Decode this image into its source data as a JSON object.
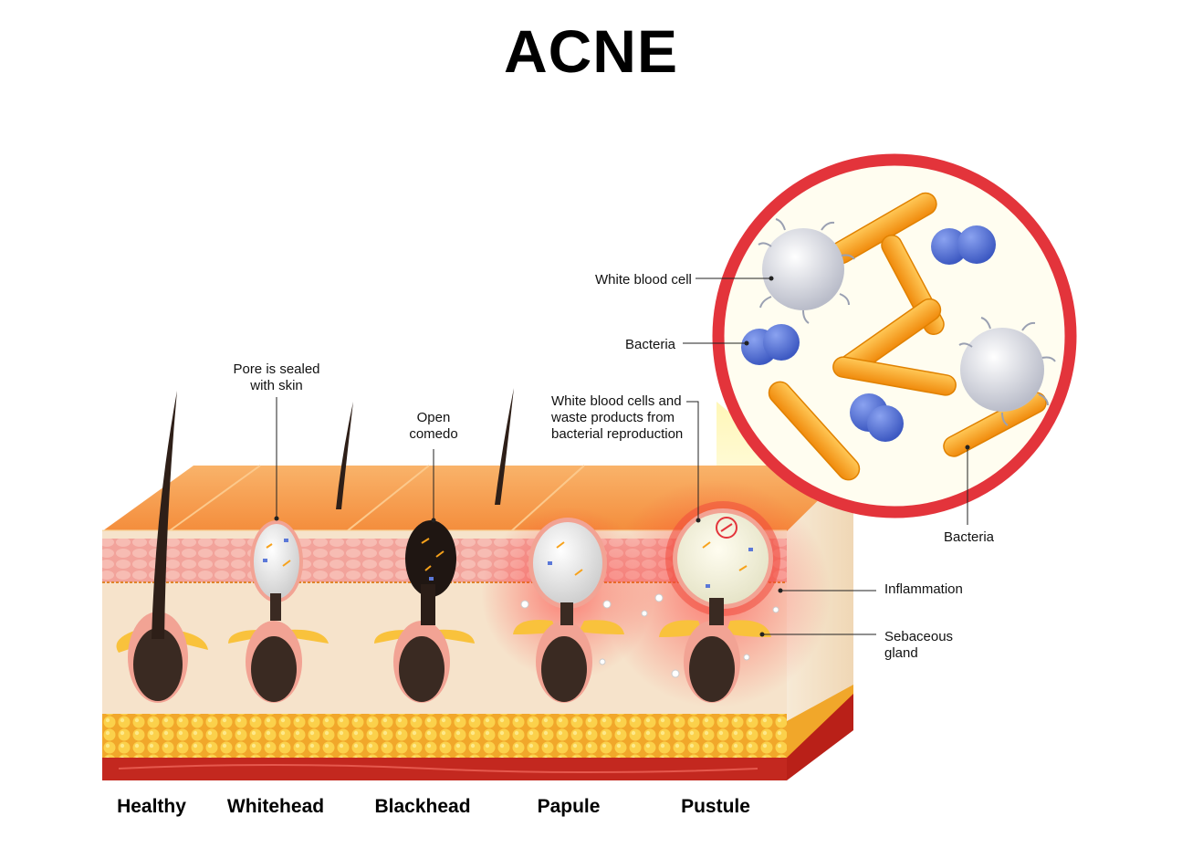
{
  "title": "ACNE",
  "stages": [
    "Healthy",
    "Whitehead",
    "Blackhead",
    "Papule",
    "Pustule"
  ],
  "labels": {
    "pore_sealed": "Pore is sealed\nwith skin",
    "open_comedo": "Open\ncomedo",
    "wbc_waste": "White blood cells and\nwaste products from\nbacterial reproduction",
    "white_blood_cell": "White blood cell",
    "bacteria_left": "Bacteria",
    "bacteria_bottom": "Bacteria",
    "inflammation": "Inflammation",
    "sebaceous_gland": "Sebaceous\ngland"
  },
  "colors": {
    "inset_ring": "#e3343b",
    "bacteria_rod": "#f7a21b",
    "bacteria_coccus": "#5b78d8",
    "skin_top": "#f7a55a",
    "epidermis": "#f3a7a0",
    "dermis": "#f6e2c9",
    "fat": "#f7c43a",
    "muscle": "#c3281f",
    "follicle": "#3a2a22"
  }
}
